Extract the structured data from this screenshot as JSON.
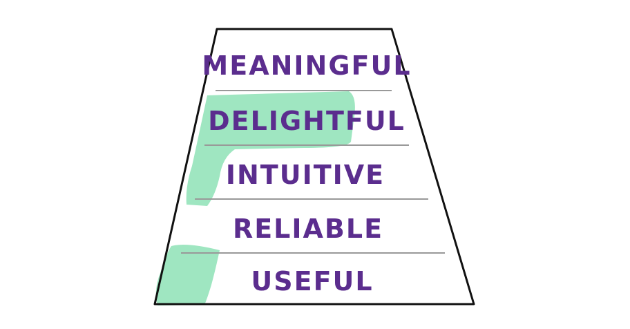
{
  "pyramid": {
    "layers": [
      {
        "label": "MEANINGFUL"
      },
      {
        "label": "DELIGHTFUL"
      },
      {
        "label": "INTUITIVE"
      },
      {
        "label": "RELIABLE"
      },
      {
        "label": "USEFUL"
      }
    ]
  },
  "colors": {
    "outline": "#111111",
    "divider": "#999999",
    "text": "#5b2d8e",
    "highlight": "#8ee2b6",
    "background": "#ffffff"
  }
}
